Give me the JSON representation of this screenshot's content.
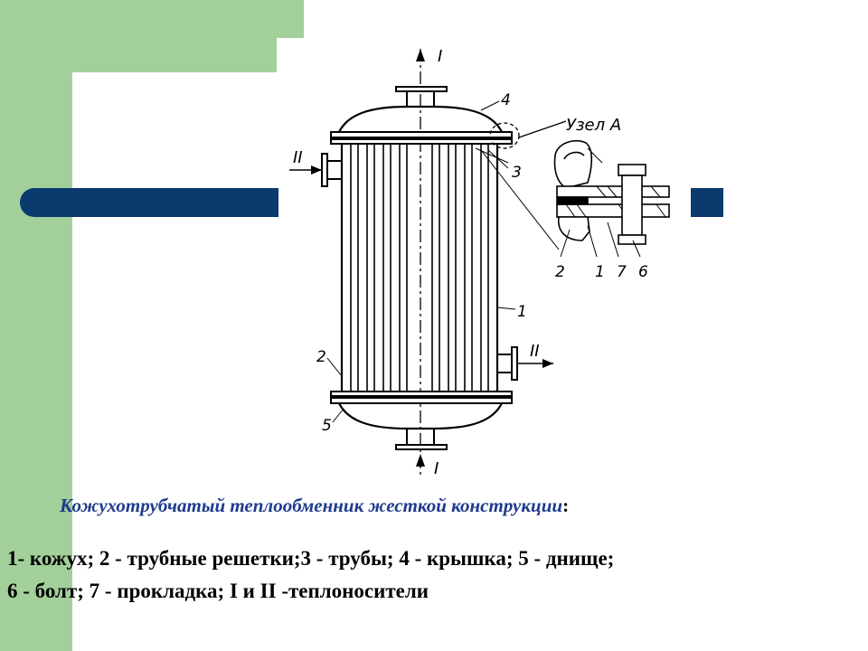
{
  "slide": {
    "title": "Кожухотрубчатый теплообменник жесткой конструкции",
    "title_colon": ":",
    "legend_line1": "1- кожух; 2 - трубные решетки;3 - трубы; 4 - крышка; 5 - днище;",
    "legend_line2": "6 - болт; 7 - прокладка; I и II -теплоносители"
  },
  "diagram": {
    "flow_top": "I",
    "flow_bottom": "I",
    "flow_left": "II",
    "flow_right": "II",
    "node_label": "Узел А",
    "part_numbers": {
      "p1_shell": "1",
      "p2_tubesheet": "2",
      "p3_tubes": "3",
      "p4_cover": "4",
      "p5_bottom": "5",
      "d2": "2",
      "d1": "1",
      "d7": "7",
      "d6": "6"
    }
  },
  "colors": {
    "green": "#a3cf9b",
    "blue_bar": "#0b3a6e",
    "title_blue": "#1f3b8f"
  }
}
